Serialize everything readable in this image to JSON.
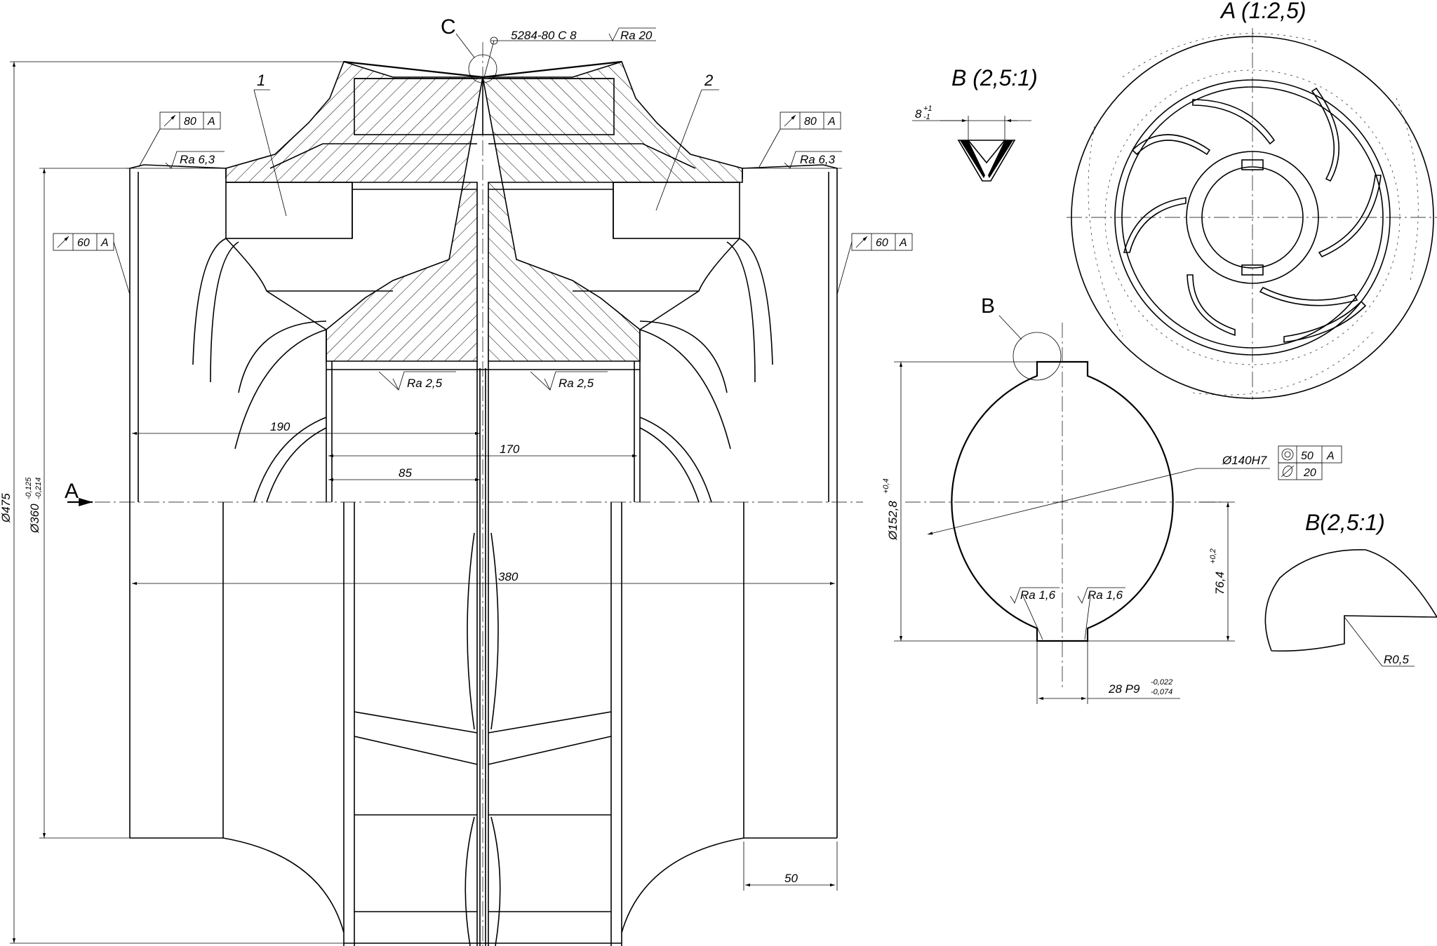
{
  "views": {
    "view_A_title": "A (1:2,5)",
    "view_B_small_title": "B (2,5:1)",
    "view_B_lower_title": "B(2,5:1)",
    "section_mark_A": "A",
    "callout_B": "B",
    "callout_C": "C"
  },
  "parts": {
    "part_1": "1",
    "part_2": "2"
  },
  "weld": {
    "spec": "5284-80 C 8"
  },
  "roughness": {
    "ra20": "Ra 20",
    "ra63_left": "Ra 6,3",
    "ra63_right": "Ra 6,3",
    "ra25_left": "Ra 2,5",
    "ra25_right": "Ra 2,5",
    "ra16_left": "Ra 1,6",
    "ra16_right": "Ra 1,6"
  },
  "runout": {
    "left_top_value": "80",
    "left_top_datum": "A",
    "right_top_value": "80",
    "right_top_datum": "A",
    "left_mid_value": "60",
    "left_mid_datum": "A",
    "right_mid_value": "60",
    "right_mid_datum": "A"
  },
  "dimensions": {
    "d475": "Ø475",
    "d360": "Ø360",
    "d360_upper": "-0,125",
    "d360_lower": "-0,214",
    "l190": "190",
    "l170": "170",
    "l85": "85",
    "l380": "380",
    "l50": "50",
    "b8": "8",
    "b8_upper": "+1",
    "b8_lower": "-1",
    "d152": "Ø152,8",
    "d152_tol": "+0,4",
    "l76": "76,4",
    "l76_tol": "+0,2",
    "d140": "Ø140H7",
    "k28": "28 P9",
    "k28_upper": "-0,022",
    "k28_lower": "-0,074",
    "r05": "R0,5"
  },
  "tolerance_frame": {
    "concentricity_value": "50",
    "concentricity_datum": "A",
    "cylindricity_value": "20"
  }
}
